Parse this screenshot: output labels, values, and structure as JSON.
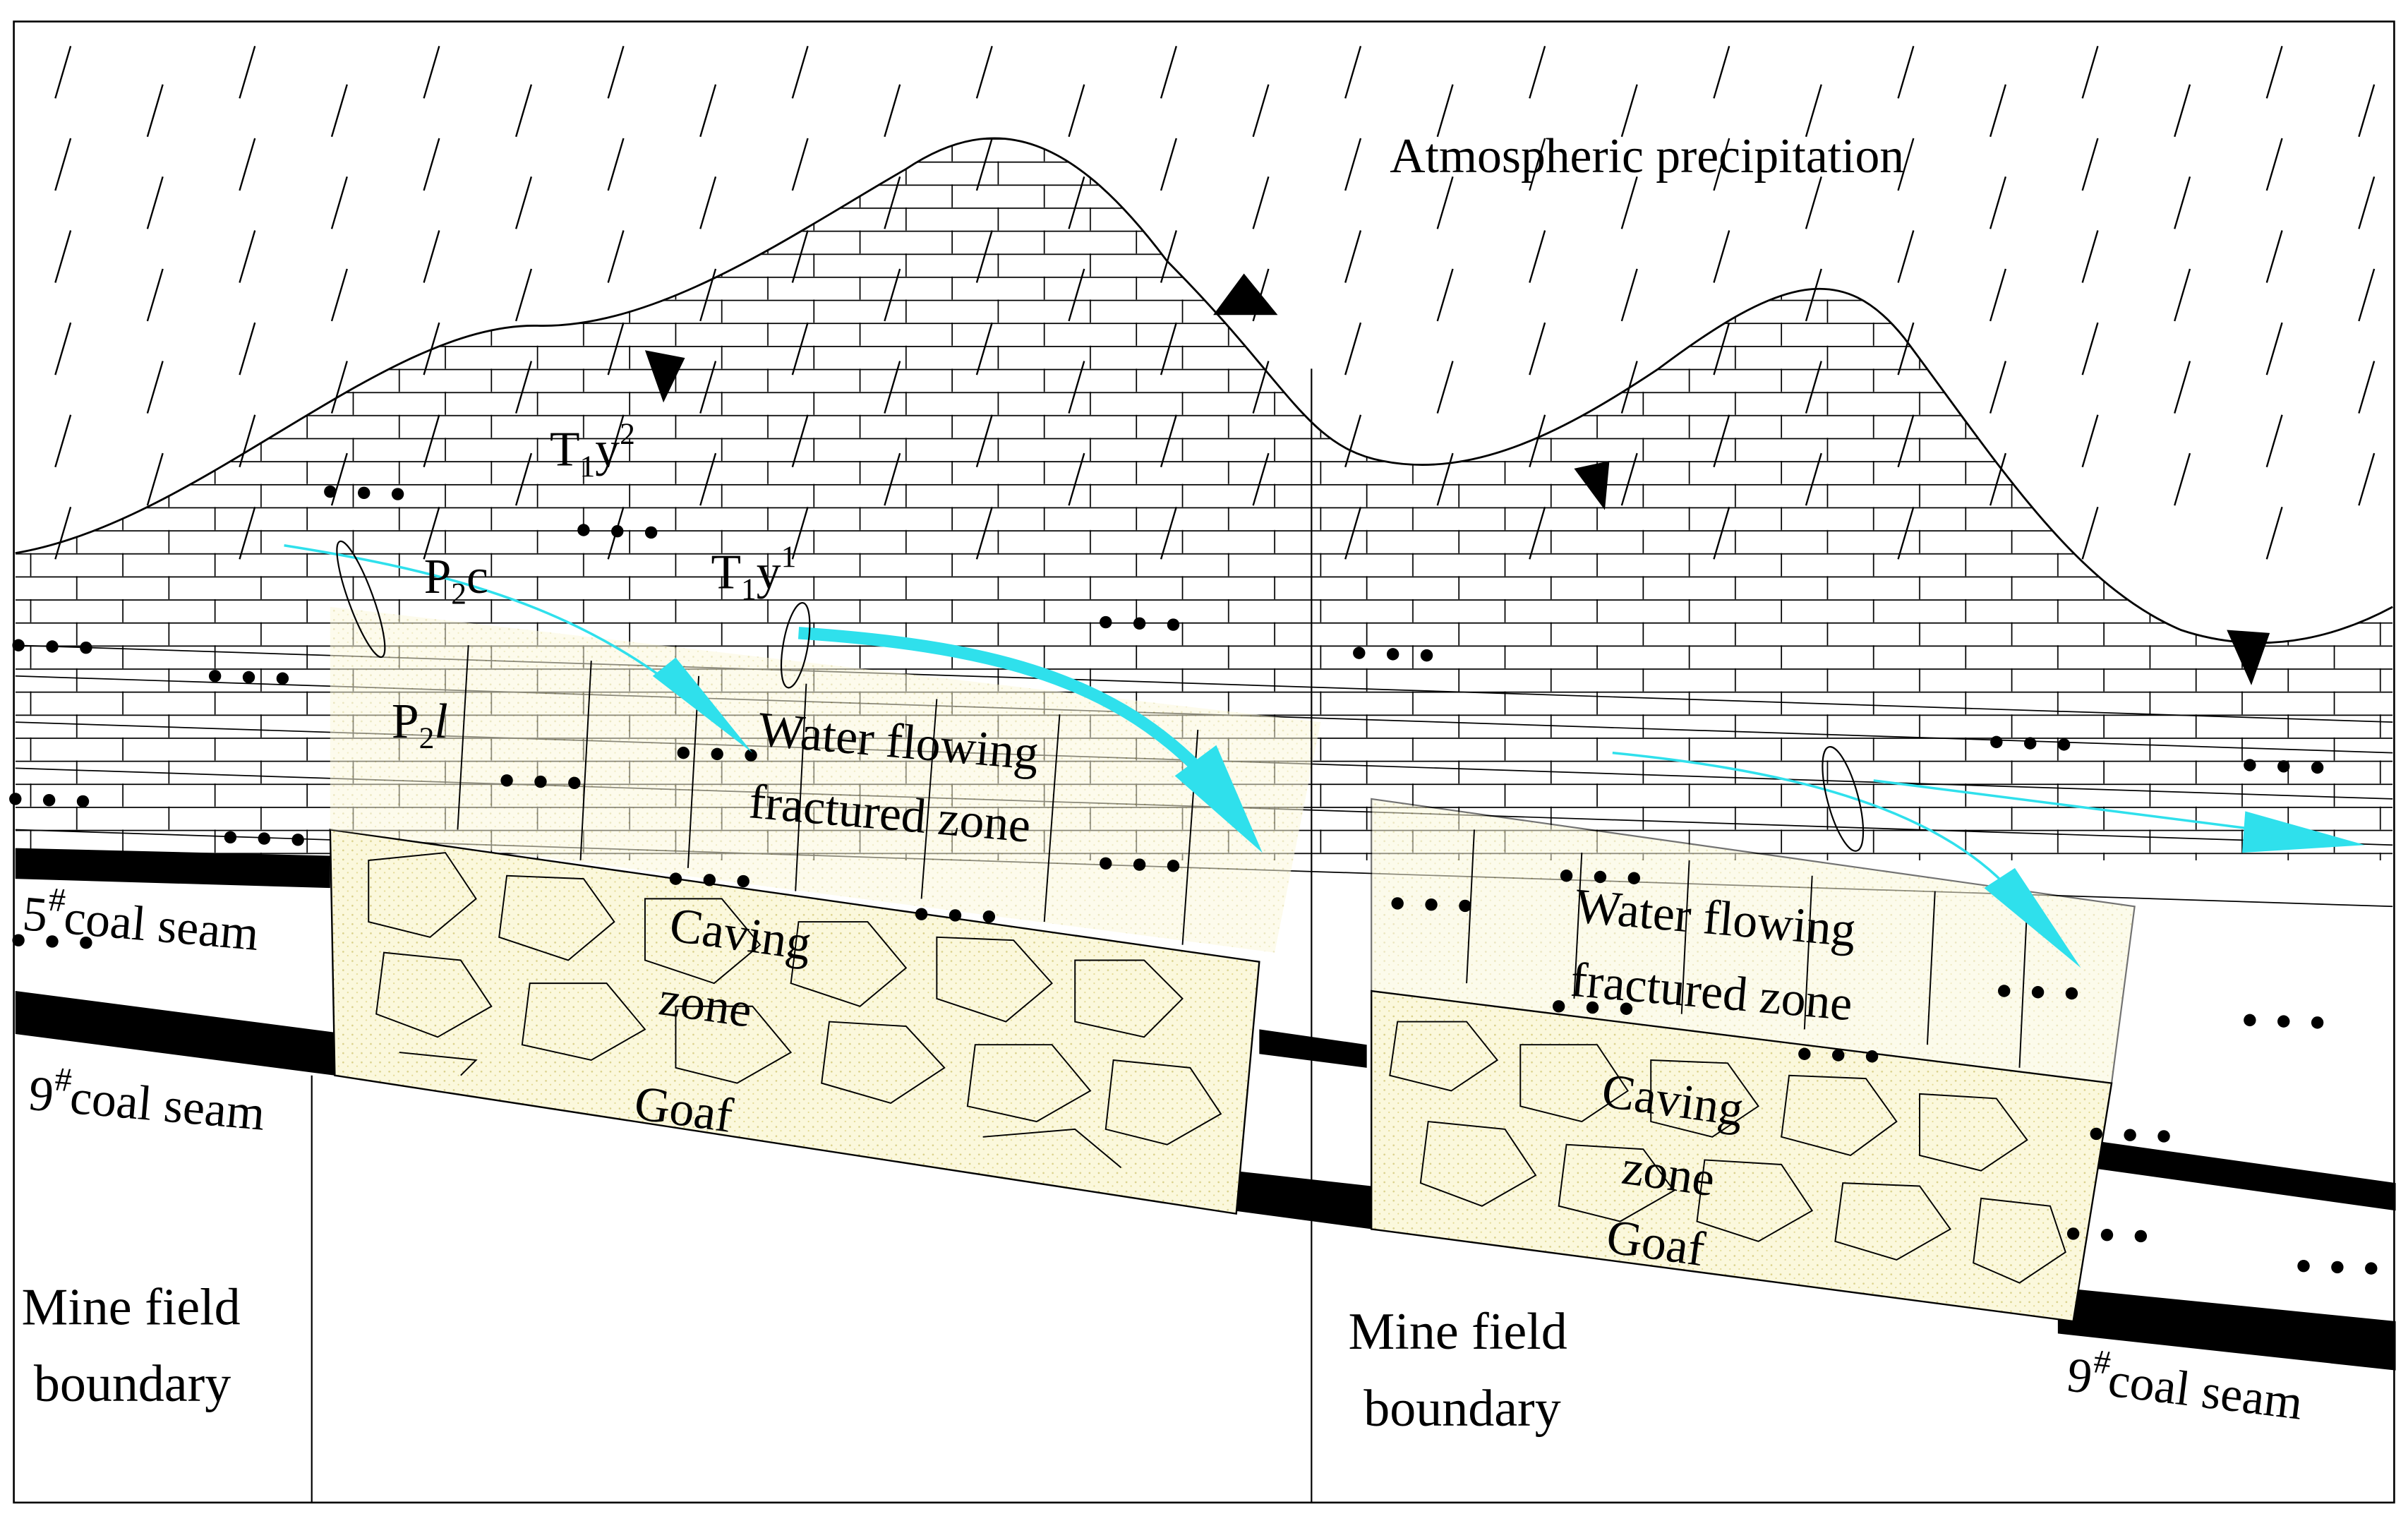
{
  "labels": {
    "precipitation": "Atmospheric precipitation",
    "t1y2_base": "T",
    "t1y2_sub": "1",
    "t1y2_y": "y",
    "t1y2_sup": "2",
    "t1y1_base": "T",
    "t1y1_sub": "1",
    "t1y1_y": "y",
    "t1y1_sup": "1",
    "p2c_base": "P",
    "p2c_sub": "2",
    "p2c_c": "c",
    "p2l_base": "P",
    "p2l_sub": "2",
    "p2l_l": "l",
    "wffz_left_1": "Water flowing",
    "wffz_left_2": "fractured zone",
    "caving_left_1": "Caving",
    "caving_left_2": "zone",
    "goaf_left": "Goaf",
    "seam5_num": "5",
    "seam5_hash": "#",
    "seam5_text": "coal seam",
    "seam9_left_num": "9",
    "seam9_left_hash": "#",
    "seam9_left_text": "coal seam",
    "boundary_left_1": "Mine field",
    "boundary_left_2": "boundary",
    "wffz_right_1": "Water flowing",
    "wffz_right_2": "fractured zone",
    "caving_right_1": "Caving",
    "caving_right_2": "zone",
    "goaf_right": "Goaf",
    "boundary_right_1": "Mine field",
    "boundary_right_2": "boundary",
    "seam9_right_num": "9",
    "seam9_right_hash": "#",
    "seam9_right_text": "coal seam"
  },
  "colors": {
    "water_flow": "#2fe0ec",
    "goaf_fill": "#fbf8dc",
    "coal": "#000000",
    "line": "#000000"
  }
}
